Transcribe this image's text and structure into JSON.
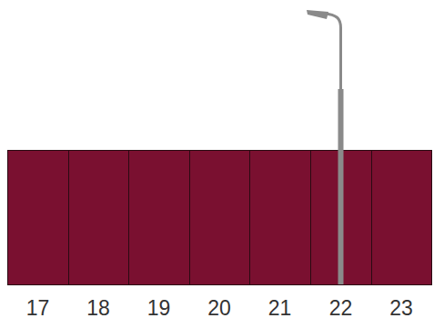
{
  "diagram": {
    "nodes": [
      {
        "text": [
          "17"
        ]
      },
      {
        "text": [
          "18"
        ]
      },
      {
        "text": [
          "19"
        ]
      },
      {
        "text": [
          "20"
        ]
      },
      {
        "text": [
          "21"
        ]
      },
      {
        "text": [
          "22"
        ]
      },
      {
        "text": [
          "23"
        ]
      }
    ]
  }
}
